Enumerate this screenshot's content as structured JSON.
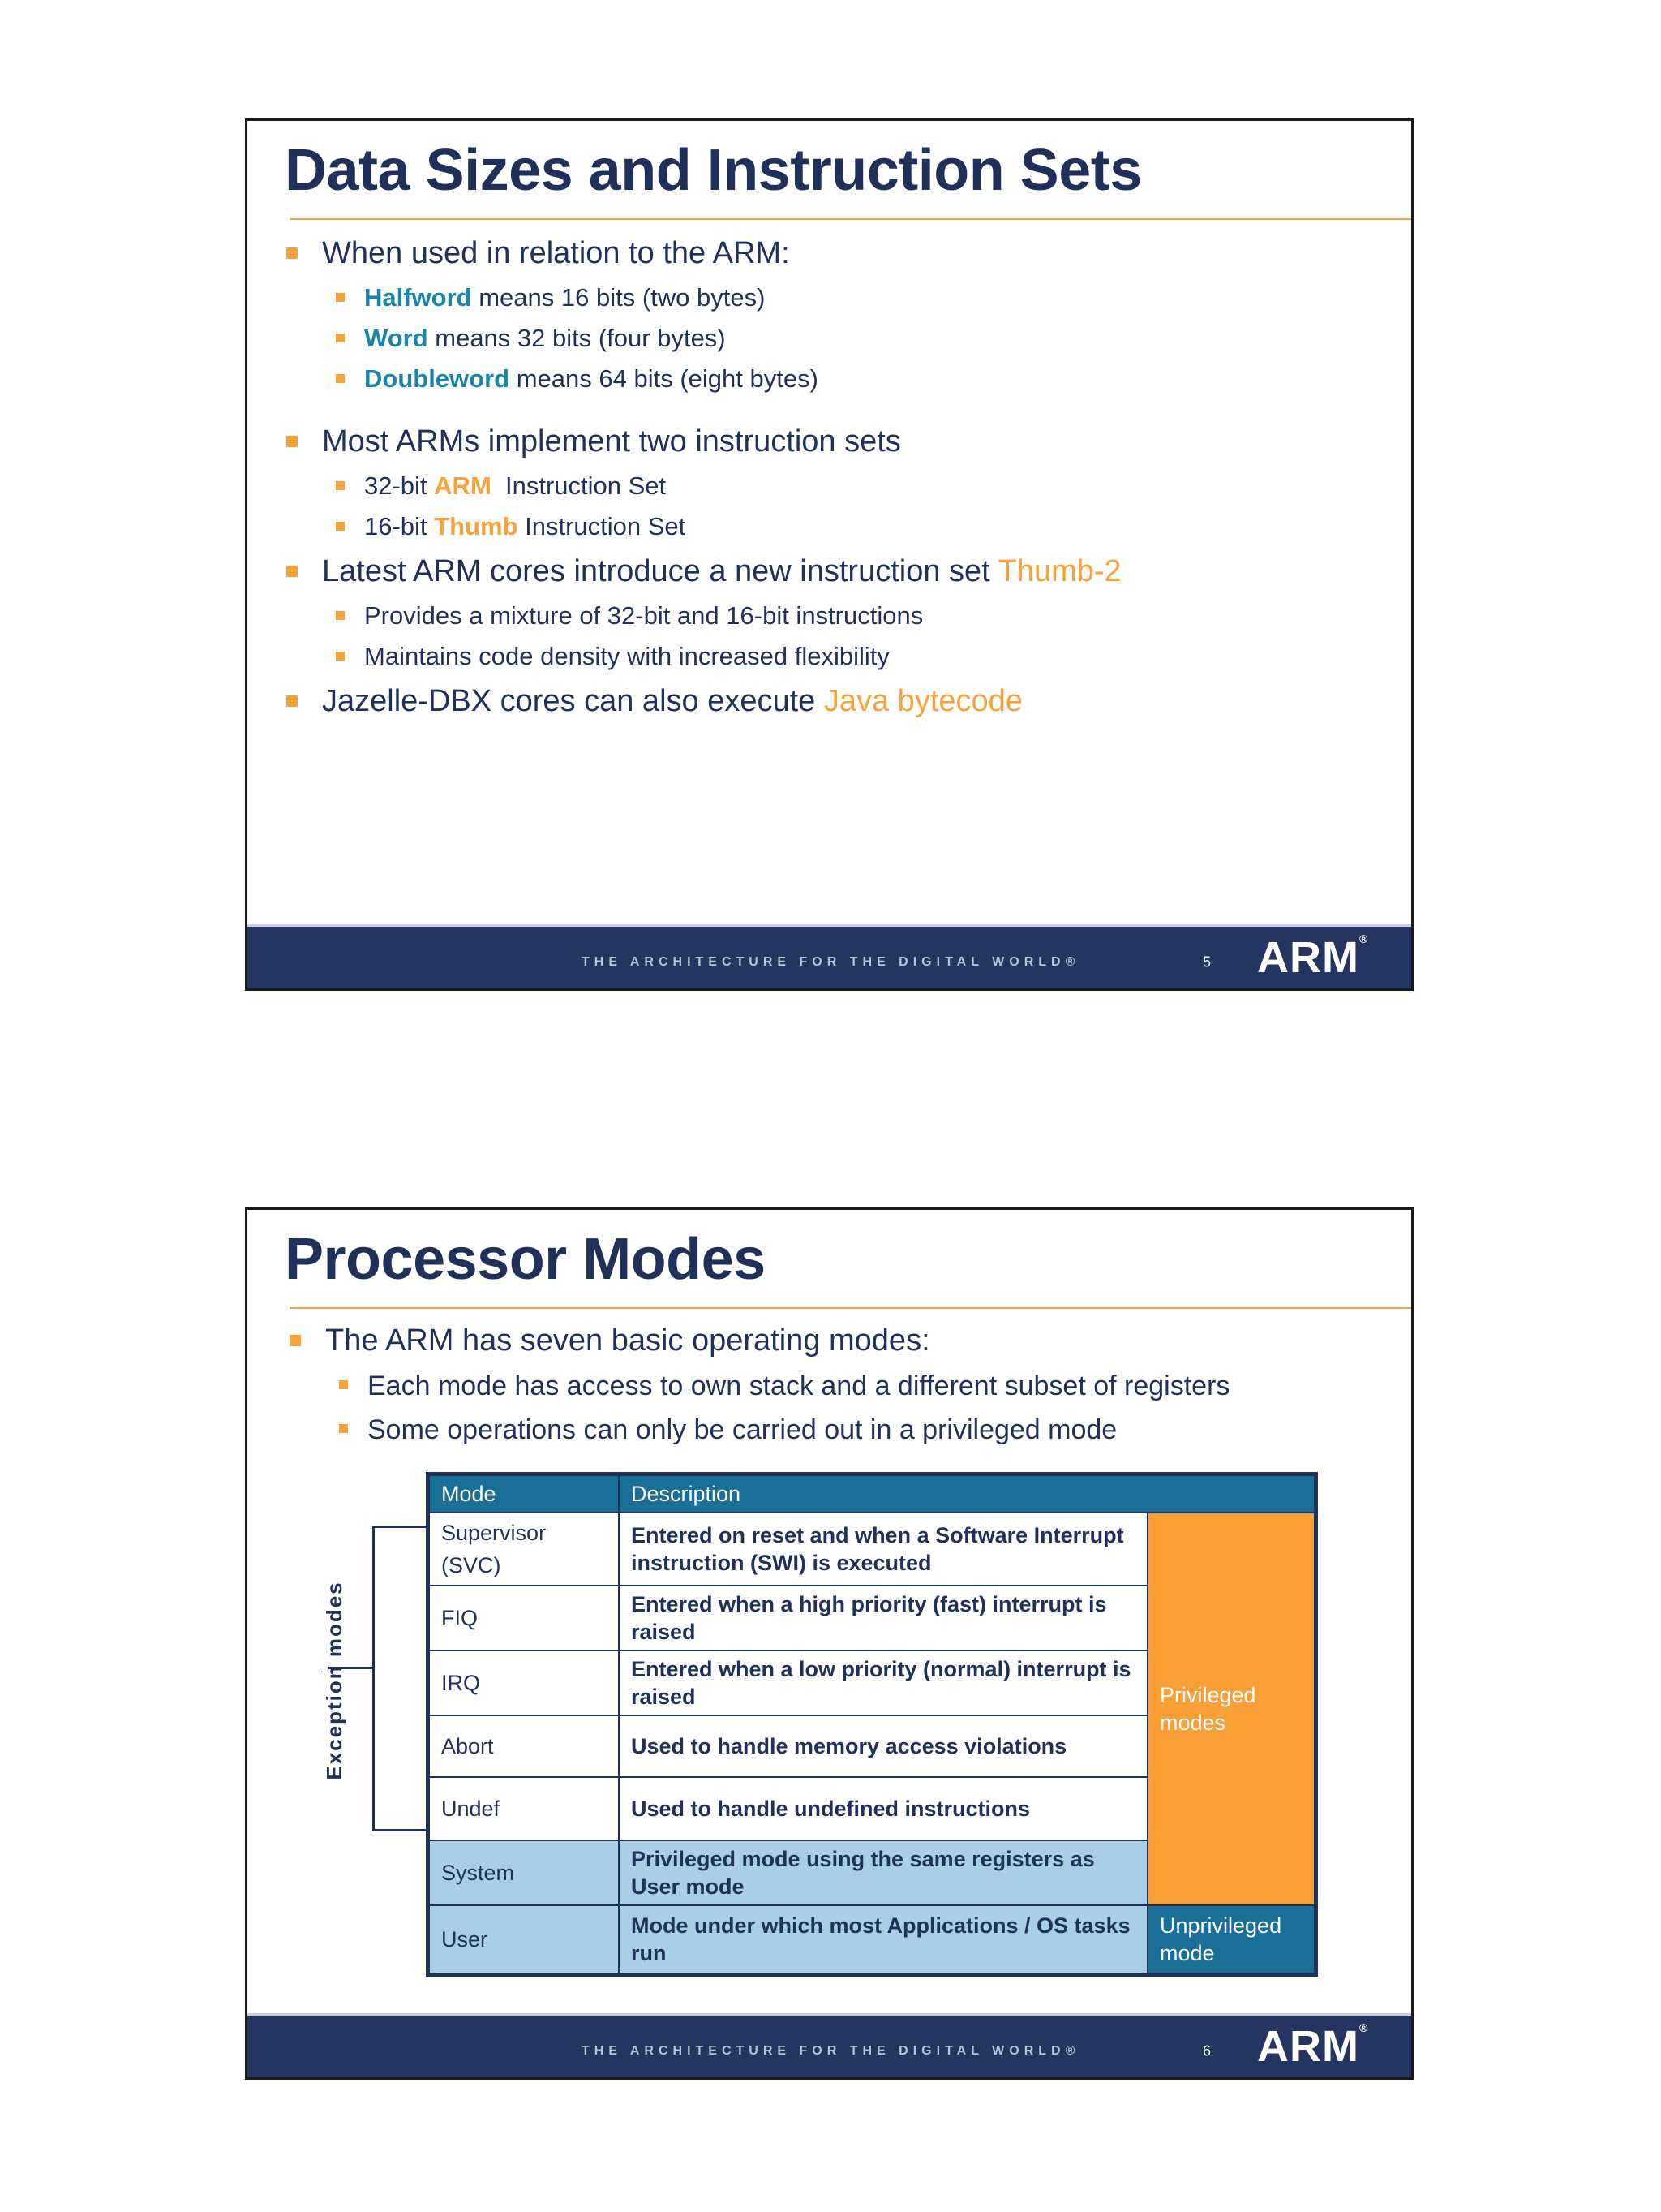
{
  "slide5": {
    "title": "Data Sizes and Instruction Sets",
    "b1": "When used in relation to the ARM:",
    "b1_1_kw": "Halfword",
    "b1_1_rest": " means 16 bits (two bytes)",
    "b1_2_kw": "Word",
    "b1_2_rest": " means 32 bits (four bytes)",
    "b1_3_kw": "Doubleword",
    "b1_3_rest": " means 64 bits (eight bytes)",
    "b2": "Most ARMs implement two instruction sets",
    "b2_1_pre": "32-bit ",
    "b2_1_kw": "ARM",
    "b2_1_rest": "  Instruction Set",
    "b2_2_pre": "16-bit ",
    "b2_2_kw": "Thumb",
    "b2_2_rest": " Instruction Set",
    "b3_pre": "Latest ARM cores introduce a new instruction set ",
    "b3_kw": "Thumb-2",
    "b3_1": "Provides a mixture of 32-bit and 16-bit instructions",
    "b3_2": "Maintains code density with increased flexibility",
    "b4_pre": "Jazelle-DBX cores can also execute ",
    "b4_kw": "Java bytecode",
    "page": "5"
  },
  "slide6": {
    "title": "Processor Modes",
    "b1": "The ARM has seven basic operating modes:",
    "b1_1": "Each mode has access to own stack and a different subset of registers",
    "b1_2": "Some operations can only be carried out in a privileged mode",
    "exception_label": "Exception modes",
    "table": {
      "header_mode": "Mode",
      "header_desc": "Description",
      "rows": [
        {
          "mode": "Supervisor\n(SVC)",
          "desc": "Entered on reset and when a Software Interrupt instruction (SWI) is executed"
        },
        {
          "mode": "FIQ",
          "desc": "Entered when a high priority (fast) interrupt is raised"
        },
        {
          "mode": "IRQ",
          "desc": "Entered when a low priority (normal) interrupt is raised"
        },
        {
          "mode": "Abort",
          "desc": "Used to handle memory access violations"
        },
        {
          "mode": "Undef",
          "desc": "Used to handle undefined instructions"
        },
        {
          "mode": "System",
          "desc": "Privileged mode using the same registers as User mode"
        },
        {
          "mode": "User",
          "desc": "Mode under which most Applications / OS tasks run"
        }
      ],
      "privileged": "Privileged modes",
      "unprivileged": "Unprivileged mode"
    },
    "page": "6"
  },
  "footer": {
    "tagline": "THE ARCHITECTURE FOR THE DIGITAL WORLD®",
    "logo": "ARM",
    "logo_mark": "®"
  },
  "colors": {
    "navy": "#1f3158",
    "accent_orange": "#f7a23b",
    "keyword_blue": "#1a85a8",
    "table_header": "#1a6f98",
    "table_light": "#a8cfe3",
    "privileged_orange": "#f99f38"
  }
}
